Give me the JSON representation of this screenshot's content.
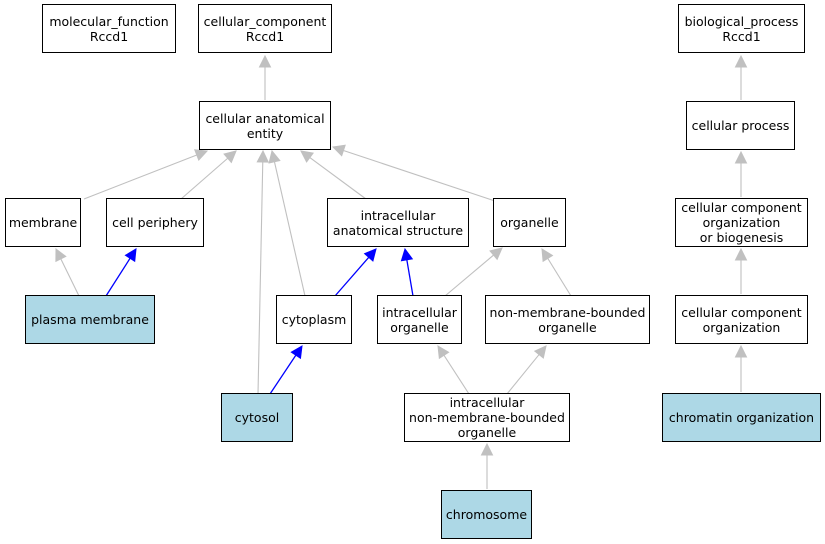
{
  "colors": {
    "normal_fill": "#ffffff",
    "highlight_fill": "#add8e6",
    "gray_edge": "#c0c0c0",
    "blue_edge": "#0000ff"
  },
  "nodes": {
    "molecular_function": {
      "label": "molecular_function\nRccd1",
      "highlighted": false
    },
    "cellular_component": {
      "label": "cellular_component\nRccd1",
      "highlighted": false
    },
    "biological_process": {
      "label": "biological_process\nRccd1",
      "highlighted": false
    },
    "cellular_anatomical_entity": {
      "label": "cellular anatomical\nentity",
      "highlighted": false
    },
    "cellular_process": {
      "label": "cellular process",
      "highlighted": false
    },
    "membrane": {
      "label": "membrane",
      "highlighted": false
    },
    "cell_periphery": {
      "label": "cell periphery",
      "highlighted": false
    },
    "intracellular_anatomical_structure": {
      "label": "intracellular\nanatomical structure",
      "highlighted": false
    },
    "organelle": {
      "label": "organelle",
      "highlighted": false
    },
    "cc_organization_or_biogenesis": {
      "label": "cellular component\norganization\nor biogenesis",
      "highlighted": false
    },
    "plasma_membrane": {
      "label": "plasma membrane",
      "highlighted": true
    },
    "cytoplasm": {
      "label": "cytoplasm",
      "highlighted": false
    },
    "intracellular_organelle": {
      "label": "intracellular\norganelle",
      "highlighted": false
    },
    "non_membrane_bounded_organelle": {
      "label": "non-membrane-bounded\norganelle",
      "highlighted": false
    },
    "cc_organization": {
      "label": "cellular component\norganization",
      "highlighted": false
    },
    "cytosol": {
      "label": "cytosol",
      "highlighted": true
    },
    "intracellular_nmb_organelle": {
      "label": "intracellular\nnon-membrane-bounded\norganelle",
      "highlighted": false
    },
    "chromatin_organization": {
      "label": "chromatin organization",
      "highlighted": true
    },
    "chromosome": {
      "label": "chromosome",
      "highlighted": true
    }
  },
  "edges": [
    {
      "from": "cellular_anatomical_entity",
      "to": "cellular_component",
      "color": "gray"
    },
    {
      "from": "cellular_process",
      "to": "biological_process",
      "color": "gray"
    },
    {
      "from": "cc_organization_or_biogenesis",
      "to": "cellular_process",
      "color": "gray"
    },
    {
      "from": "cc_organization",
      "to": "cc_organization_or_biogenesis",
      "color": "gray"
    },
    {
      "from": "chromatin_organization",
      "to": "cc_organization",
      "color": "gray"
    },
    {
      "from": "membrane",
      "to": "cellular_anatomical_entity",
      "color": "gray"
    },
    {
      "from": "cell_periphery",
      "to": "cellular_anatomical_entity",
      "color": "gray"
    },
    {
      "from": "intracellular_anatomical_structure",
      "to": "cellular_anatomical_entity",
      "color": "gray"
    },
    {
      "from": "organelle",
      "to": "cellular_anatomical_entity",
      "color": "gray"
    },
    {
      "from": "cytoplasm",
      "to": "cellular_anatomical_entity",
      "color": "gray"
    },
    {
      "from": "cytosol",
      "to": "cellular_anatomical_entity",
      "color": "gray"
    },
    {
      "from": "plasma_membrane",
      "to": "membrane",
      "color": "gray"
    },
    {
      "from": "plasma_membrane",
      "to": "cell_periphery",
      "color": "blue"
    },
    {
      "from": "cytoplasm",
      "to": "intracellular_anatomical_structure",
      "color": "blue"
    },
    {
      "from": "intracellular_organelle",
      "to": "intracellular_anatomical_structure",
      "color": "blue"
    },
    {
      "from": "intracellular_organelle",
      "to": "organelle",
      "color": "gray"
    },
    {
      "from": "non_membrane_bounded_organelle",
      "to": "organelle",
      "color": "gray"
    },
    {
      "from": "cytosol",
      "to": "cytoplasm",
      "color": "blue"
    },
    {
      "from": "intracellular_nmb_organelle",
      "to": "intracellular_organelle",
      "color": "gray"
    },
    {
      "from": "intracellular_nmb_organelle",
      "to": "non_membrane_bounded_organelle",
      "color": "gray"
    },
    {
      "from": "chromosome",
      "to": "intracellular_nmb_organelle",
      "color": "gray"
    }
  ]
}
